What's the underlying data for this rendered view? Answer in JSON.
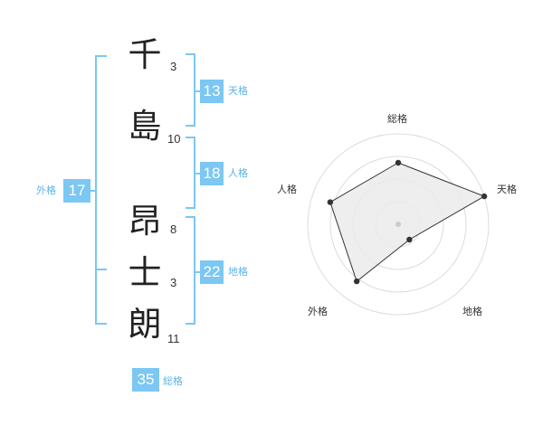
{
  "name": {
    "chars": [
      {
        "char": "千",
        "strokes": "3"
      },
      {
        "char": "島",
        "strokes": "10"
      },
      {
        "char": "昂",
        "strokes": "8"
      },
      {
        "char": "士",
        "strokes": "3"
      },
      {
        "char": "朗",
        "strokes": "11"
      }
    ]
  },
  "fortune": {
    "tenkaku": {
      "value": "13",
      "label": "天格"
    },
    "jinkaku": {
      "value": "18",
      "label": "人格"
    },
    "chikaku": {
      "value": "22",
      "label": "地格"
    },
    "gaikaku": {
      "value": "17",
      "label": "外格"
    },
    "soukaku": {
      "value": "35",
      "label": "総格"
    }
  },
  "colors": {
    "accent": "#7cc7f3",
    "bracket": "#7cc7f3",
    "fill": "#ebebeb"
  },
  "chart_data": {
    "type": "radar",
    "axes": [
      "総格",
      "天格",
      "地格",
      "外格",
      "人格"
    ],
    "values": [
      0.68,
      1.0,
      0.21,
      0.78,
      0.79
    ],
    "rings": 4
  }
}
